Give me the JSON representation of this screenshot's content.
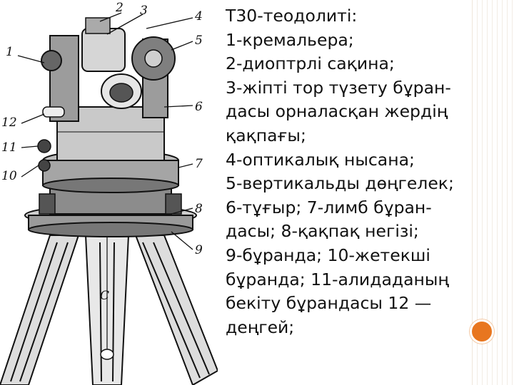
{
  "caption": {
    "lines": [
      "Т30-теодолиті:",
      "1-кремальера;",
      "2-диоптрлі сақина;",
      "3-жіпті тор түзету бұран-",
      "дасы орналасқан жердің",
      "қақпағы;",
      "4-оптикалық нысана;",
      "5-вертикальды дөңгелек;",
      "6-тұғыр; 7-лимб бұран-",
      "дасы; 8-қақпақ негізі;",
      "9-бұранда; 10-жетекші",
      "бұранда; 11-алидаданың",
      "бекіту бұрандасы 12 —",
      "деңгей;"
    ]
  },
  "figure": {
    "callouts": [
      "1",
      "2",
      "3",
      "4",
      "5",
      "6",
      "7",
      "8",
      "9",
      "10",
      "11",
      "12",
      "С"
    ]
  },
  "colors": {
    "text": "#111111",
    "accent": "#e8761f",
    "stripes": "#f2ece4"
  }
}
